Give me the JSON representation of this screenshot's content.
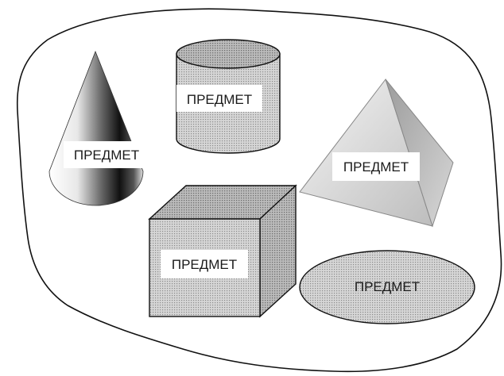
{
  "shapes": {
    "cone": {
      "label": "ПРЕДМЕТ"
    },
    "cylinder": {
      "label": "ПРЕДМЕТ"
    },
    "pyramid": {
      "label": "ПРЕДМЕТ"
    },
    "cube": {
      "label": "ПРЕДМЕТ"
    },
    "ellipse": {
      "label": "ПРЕДМЕТ"
    }
  },
  "colors": {
    "outline": "#111111",
    "dotted_fill": "#c4c4c4",
    "label_box": "#ffffff"
  }
}
